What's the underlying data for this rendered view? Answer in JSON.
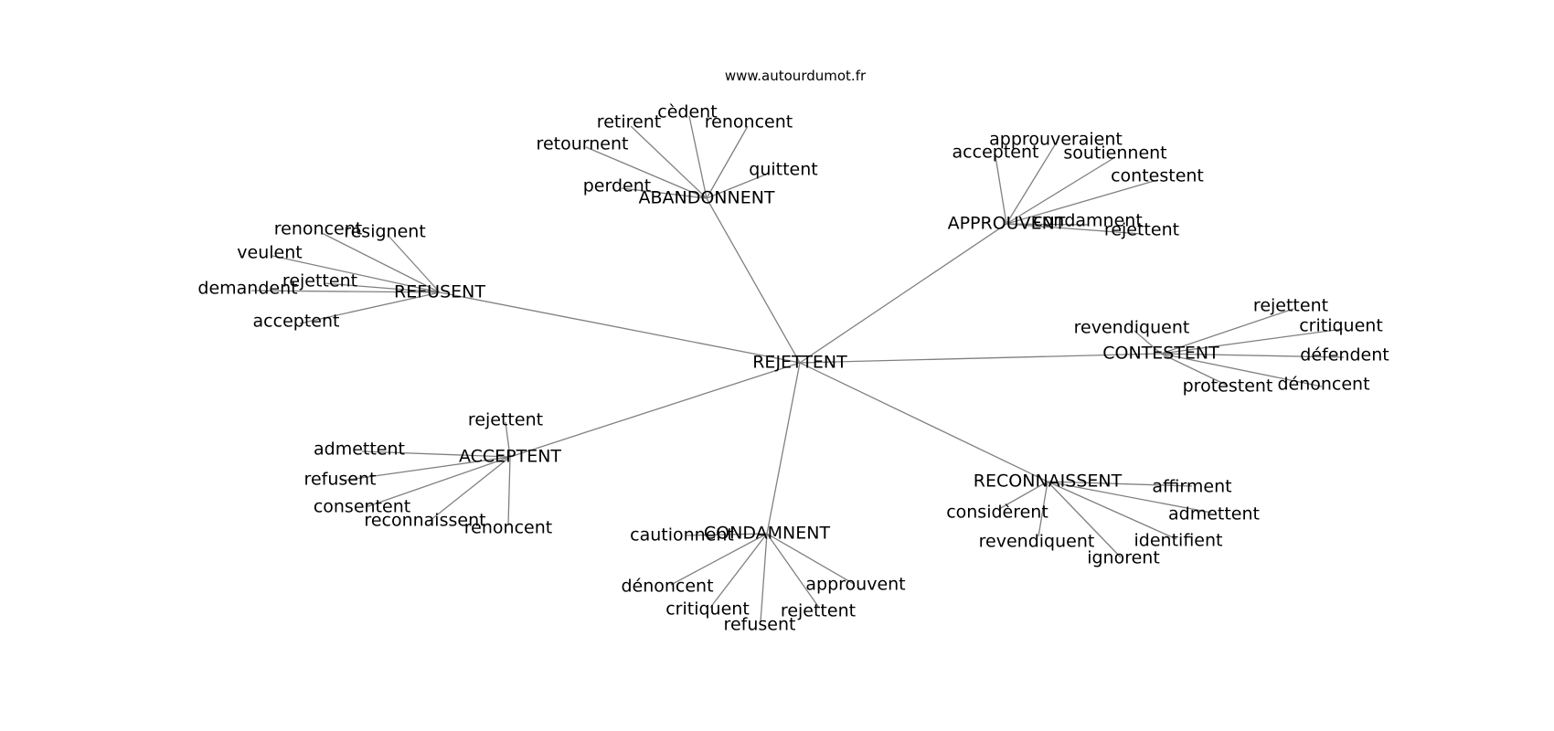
{
  "watermark": "www.autourdumot.fr",
  "colors": {
    "edge": "#808080",
    "text": "#000000",
    "background": "#ffffff"
  },
  "graph": {
    "center": "REJETTENT",
    "clusters": [
      {
        "hub": "ABANDONNENT",
        "words": [
          "retirent",
          "cèdent",
          "renoncent",
          "retournent",
          "quittent",
          "perdent"
        ]
      },
      {
        "hub": "APPROUVENT",
        "words": [
          "approuveraient",
          "acceptent",
          "soutiennent",
          "contestent",
          "condamnent",
          "rejettent"
        ]
      },
      {
        "hub": "REFUSENT",
        "words": [
          "renoncent",
          "résignent",
          "veulent",
          "rejettent",
          "demandent",
          "acceptent"
        ]
      },
      {
        "hub": "CONTESTENT",
        "words": [
          "rejettent",
          "revendiquent",
          "critiquent",
          "défendent",
          "protestent",
          "dénoncent"
        ]
      },
      {
        "hub": "ACCEPTENT",
        "words": [
          "rejettent",
          "admettent",
          "refusent",
          "consentent",
          "reconnaissent",
          "renoncent"
        ]
      },
      {
        "hub": "RECONNAISSENT",
        "words": [
          "affirment",
          "considèrent",
          "admettent",
          "revendiquent",
          "identifient",
          "ignorent"
        ]
      },
      {
        "hub": "CONDAMNENT",
        "words": [
          "cautionnent",
          "approuvent",
          "dénoncent",
          "critiquent",
          "rejettent",
          "refusent"
        ]
      }
    ]
  }
}
